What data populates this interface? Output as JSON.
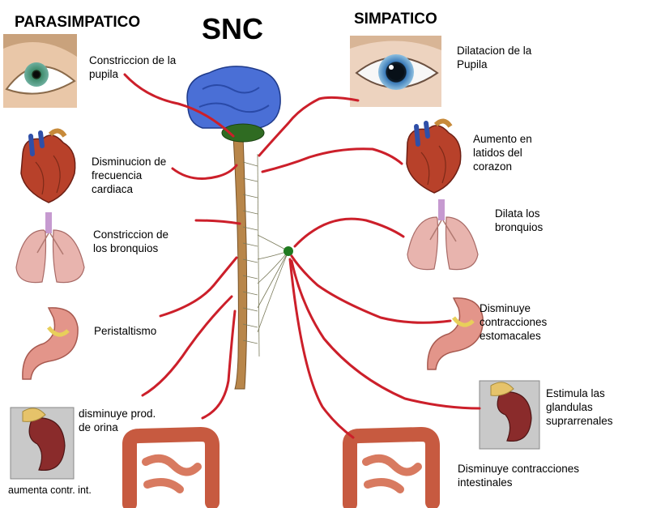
{
  "headers": {
    "left": "PARASIMPATICO",
    "center": "SNC",
    "right": "SIMPATICO"
  },
  "parasympathetic": {
    "pupil": [
      "Constriccion de la",
      "pupila"
    ],
    "heart": [
      "Disminucion de",
      "frecuencia",
      "cardiaca"
    ],
    "lungs": [
      "Constriccion de",
      "los bronquios"
    ],
    "stomach": [
      "Peristaltismo"
    ],
    "kidney": [
      "disminuye prod.",
      "de orina"
    ],
    "intestine": [
      "aumenta contr. int."
    ]
  },
  "sympathetic": {
    "pupil": [
      "Dilatacion de la",
      "Pupila"
    ],
    "heart": [
      "Aumento en",
      "latidos del",
      "corazon"
    ],
    "lungs": [
      "Dilata los",
      "bronquios"
    ],
    "stomach": [
      "Disminuye",
      "contracciones",
      "estomacales"
    ],
    "adrenal": [
      "Estimula las",
      "glandulas",
      "suprarrenales"
    ],
    "intestine": [
      "Disminuye contracciones",
      "intestinales"
    ]
  },
  "colors": {
    "nerve_lines": "#cc1f2a",
    "brain": "#4a6fd6",
    "cerebellum": "#2f6b22",
    "spinal_cord": "#b8864a",
    "ganglion": "#1f7a1f"
  }
}
